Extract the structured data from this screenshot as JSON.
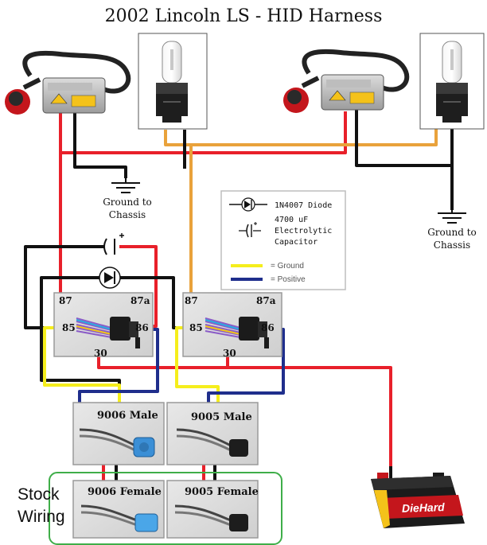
{
  "title": "2002 Lincoln LS - HID Harness",
  "grounds": {
    "left_label": [
      "Ground to",
      "Chassis"
    ],
    "right_label": [
      "Ground to",
      "Chassis"
    ]
  },
  "legend": {
    "diode_label": "1N4007 Diode",
    "capacitor_label": [
      "4700 uF",
      "Electrolytic",
      "Capacitor"
    ],
    "ground_label": "= Ground",
    "positive_label": "= Positive",
    "ground_color": "#f5ee1c",
    "positive_color": "#1f2e8c"
  },
  "relays": {
    "left": {
      "p87": "87",
      "p87a": "87a",
      "p85": "85",
      "p86": "86",
      "p30": "30"
    },
    "right": {
      "p87": "87",
      "p87a": "87a",
      "p85": "85",
      "p86": "86",
      "p30": "30"
    }
  },
  "connectors": {
    "male_9006": "9006 Male",
    "male_9005": "9005 Male",
    "female_9006": "9006 Female",
    "female_9005": "9005 Female"
  },
  "stock_wiring": [
    "Stock",
    "Wiring"
  ],
  "battery": {
    "brand": "DieHard"
  },
  "wire_colors": {
    "red": "#e8202a",
    "black": "#111111",
    "orange": "#e9a23b",
    "yellow": "#f5ee1c",
    "blue": "#1f2e8c",
    "green_box": "#3fae49"
  },
  "icons": {
    "ballast": "hid-ballast-icon",
    "bulb": "h1-halogen-bulb-icon",
    "relay": "relay-icon",
    "battery": "car-battery-icon",
    "plug": "wire-plug-icon"
  }
}
